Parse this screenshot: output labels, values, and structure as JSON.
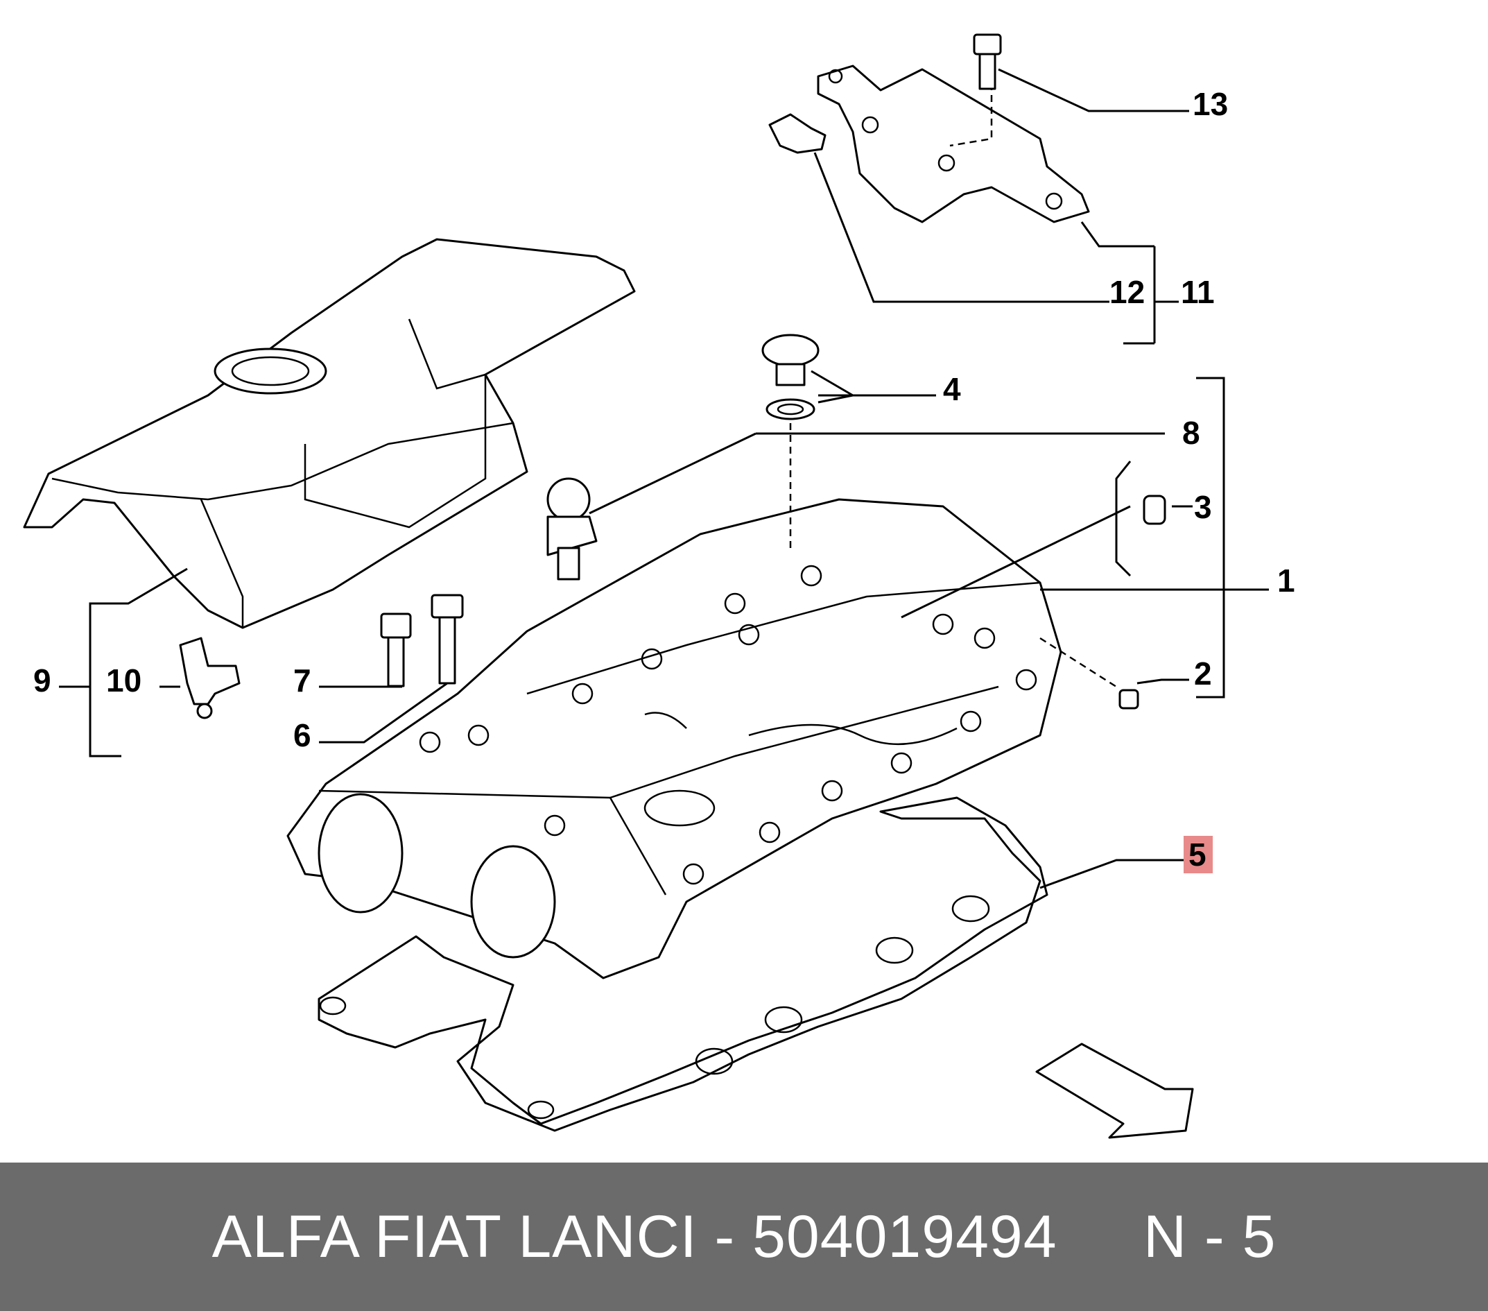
{
  "callouts": {
    "c1": "1",
    "c2": "2",
    "c3": "3",
    "c4": "4",
    "c5": "5",
    "c6": "6",
    "c7": "7",
    "c8": "8",
    "c9": "9",
    "c10": "10",
    "c11": "11",
    "c12": "12",
    "c13": "13"
  },
  "highlight": {
    "callout": "5",
    "color": "#e88a8a"
  },
  "footer": {
    "brand": "ALFA FIAT LANCI",
    "separator": " - ",
    "part_number": "504019494",
    "position": "N - 5"
  },
  "colors": {
    "footer_bg": "#6b6b6b",
    "footer_text": "#ffffff",
    "line": "#000000"
  }
}
